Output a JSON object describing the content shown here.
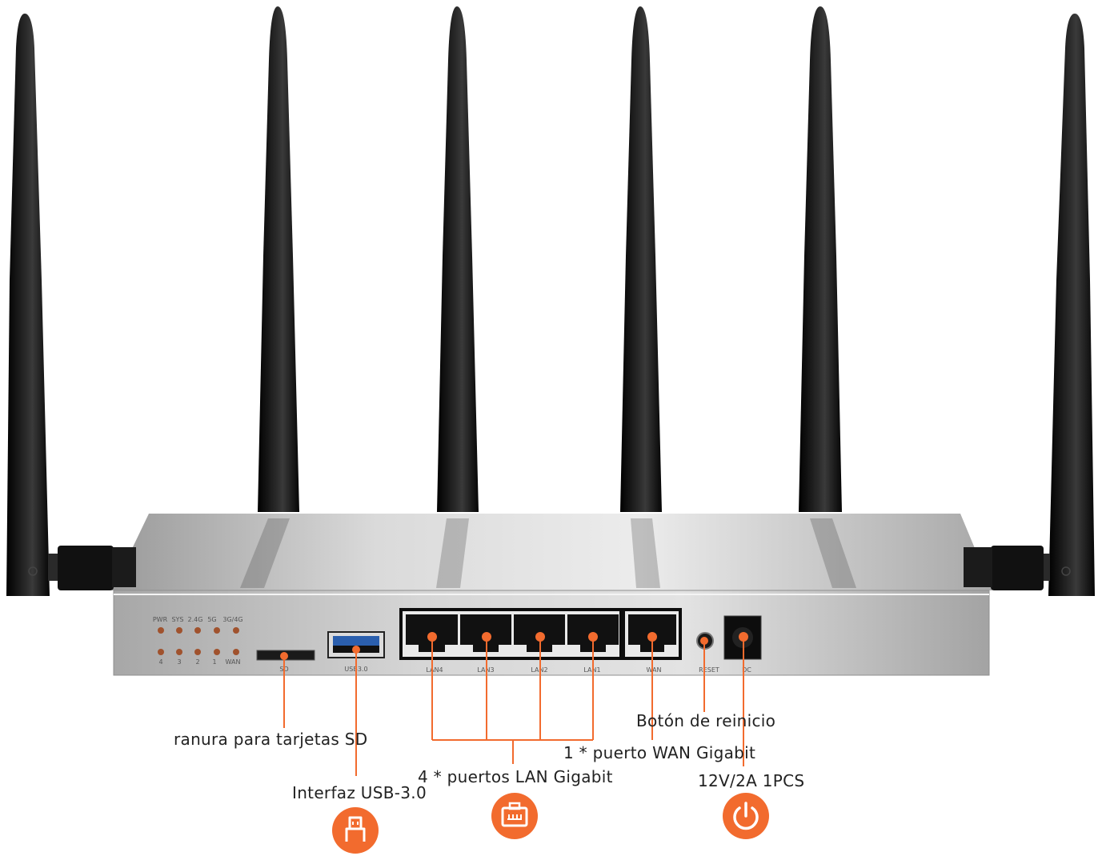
{
  "led_top_labels": [
    "PWR",
    "SYS",
    "2.4G",
    "5G",
    "3G/4G"
  ],
  "led_bottom_labels": [
    "4",
    "3",
    "2",
    "1",
    "WAN"
  ],
  "port_labels": {
    "sd": "SD",
    "usb": "USB3.0",
    "lan4": "LAN4",
    "lan3": "LAN3",
    "lan2": "LAN2",
    "lan1": "LAN1",
    "wan": "WAN",
    "reset": "RESET",
    "dc": "DC"
  },
  "callouts": {
    "sd": "ranura para tarjetas SD",
    "usb": "Interfaz USB-3.0",
    "lan": "4 * puertos LAN Gigabit",
    "wan": "1 * puerto WAN Gigabit",
    "reset": "Botón de reinicio",
    "power": "12V/2A 1PCS"
  },
  "icons": [
    "usb-icon",
    "ethernet-icon",
    "power-icon"
  ],
  "colors": {
    "accent": "#f26b2e",
    "antenna": "#151515",
    "chassis": "#c6c6c6"
  }
}
